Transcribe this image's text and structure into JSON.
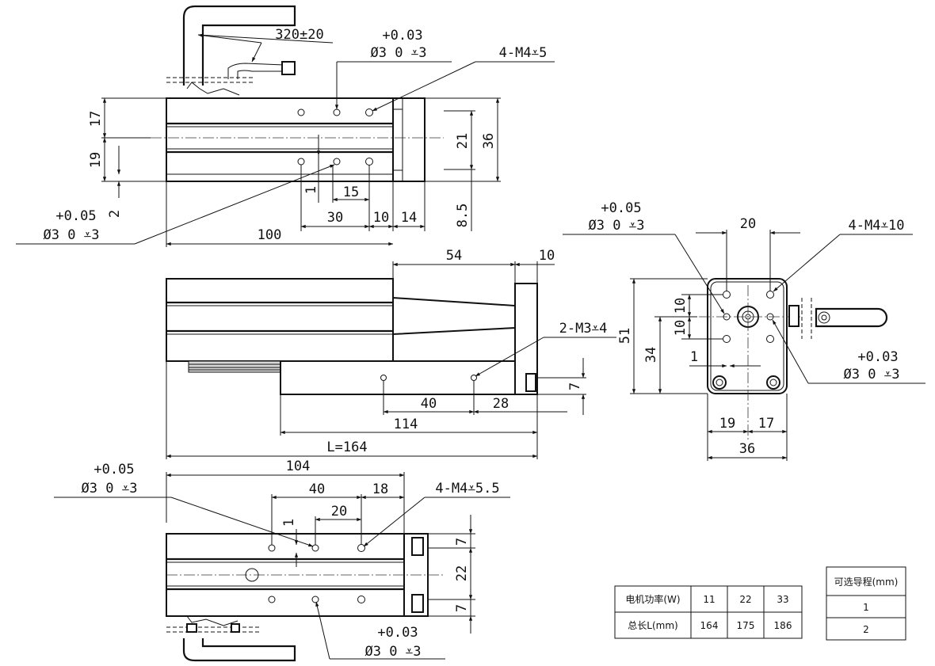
{
  "top_view": {
    "cable_length": "320±20",
    "tol_center_plus": "+0.03",
    "tol_center_spec": "Ø3  0   ⩡3",
    "tapped_holes": "4-M4⩡5",
    "dim_17": "17",
    "dim_19": "19",
    "dim_2": "2",
    "dim_21": "21",
    "dim_36": "36",
    "dim_8_5": "8.5",
    "dim_1": "1",
    "dim_15": "15",
    "dim_30": "30",
    "dim_10": "10",
    "dim_14": "14",
    "dim_100": "100",
    "tol_left_plus": "+0.05",
    "tol_left_spec": "Ø3  0   ⩡3"
  },
  "side_view": {
    "dim_54": "54",
    "dim_10": "10",
    "tapped_holes": "2-M3⩡4",
    "dim_7": "7",
    "dim_40": "40",
    "dim_28": "28",
    "dim_114": "114",
    "total_length": "L=164"
  },
  "end_view": {
    "tol_left_plus": "+0.05",
    "tol_left_spec": "Ø3  0   ⩡3",
    "dim_20": "20",
    "tapped_holes": "4-M4⩡10",
    "dim_51": "51",
    "dim_34": "34",
    "dim_10a": "10",
    "dim_10b": "10",
    "dim_1": "1",
    "tol_right_plus": "+0.03",
    "tol_right_spec": "Ø3  0   ⩡3",
    "dim_19": "19",
    "dim_17": "17",
    "dim_36": "36"
  },
  "bottom_view": {
    "tol_top_plus": "+0.05",
    "tol_top_spec": "Ø3  0   ⩡3",
    "dim_104": "104",
    "dim_40": "40",
    "dim_18": "18",
    "tapped_holes": "4-M4⩡5.5",
    "dim_1": "1",
    "dim_20": "20",
    "dim_7a": "7",
    "dim_22": "22",
    "dim_7b": "7",
    "tol_bottom_plus": "+0.03",
    "tol_bottom_spec": "Ø3  0   ⩡3"
  },
  "spec_table": {
    "rows": [
      {
        "label": "电机功率(W)",
        "values": [
          "11",
          "22",
          "33"
        ]
      },
      {
        "label": "总长L(mm)",
        "values": [
          "164",
          "175",
          "186"
        ]
      }
    ]
  },
  "lead_table": {
    "header": "可选导程(mm)",
    "rows": [
      "1",
      "2"
    ]
  }
}
